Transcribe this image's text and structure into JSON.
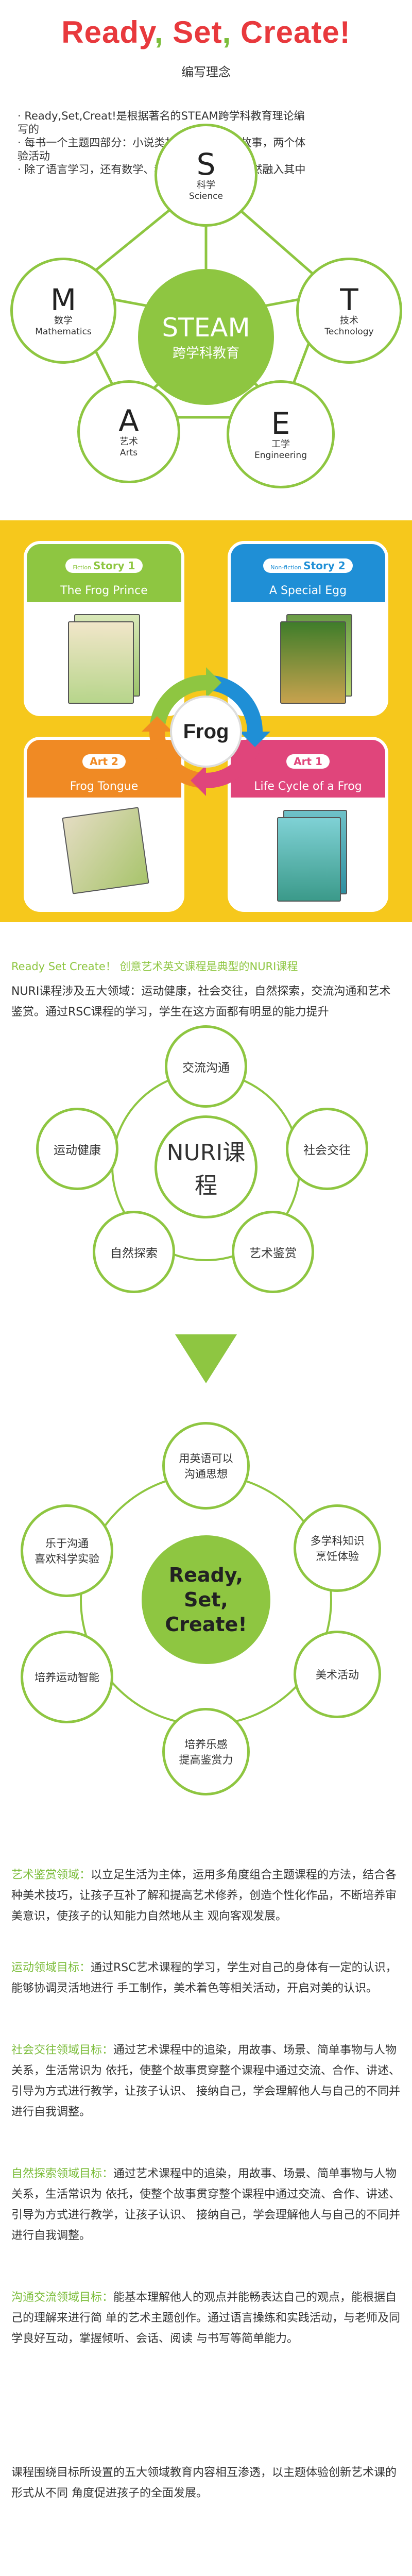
{
  "header": {
    "title_a": "Ready",
    "comma1": ",",
    "title_b": "Set",
    "comma2": ",",
    "title_c": "Create!",
    "subtitle": "编写理念"
  },
  "intro_bullets": [
    "· Ready,Set,Creat!是根据著名的STEAM跨学科教育理论编写的",
    "· 每书一个主题四部分：小说类故事，非小说类故事，两个体验活动",
    "· 除了语言学习，还有数学、科学等其他课程也自然融入其中"
  ],
  "steam": {
    "center_en": "STEAM",
    "center_cn": "跨学科教育",
    "S": {
      "letter": "S",
      "cn": "科学",
      "en": "Science"
    },
    "T": {
      "letter": "T",
      "cn": "技术",
      "en": "Technology"
    },
    "E": {
      "letter": "E",
      "cn": "工学",
      "en": "Engineering"
    },
    "A": {
      "letter": "A",
      "cn": "艺术",
      "en": "Arts"
    },
    "M": {
      "letter": "M",
      "cn": "数学",
      "en": "Mathematics"
    }
  },
  "books": {
    "center": "Frog",
    "story1": {
      "tag": "Fiction",
      "label": "Story 1",
      "name": "The Frog Prince",
      "color": "#8ec641"
    },
    "story2": {
      "tag": "Non-fiction",
      "label": "Story 2",
      "name": "A Special Egg",
      "color": "#1f8fd6"
    },
    "art2": {
      "tag": "",
      "label": "Art 2",
      "name": "Frog Tongue",
      "color": "#f08a24"
    },
    "art1": {
      "tag": "",
      "label": "Art 1",
      "name": "Life Cycle of a Frog",
      "color": "#e0457b"
    }
  },
  "nuri": {
    "heading": "Ready Set Create！ 创意艺术英文课程是典型的NURI课程",
    "text": "NURI课程涉及五大领域：运动健康，社会交往，自然探索，交流沟通和艺术鉴赏。通过RSC课程的学习，学生在这方面都有明显的能力提升",
    "center": "NURI课程",
    "items": [
      "交流沟通",
      "社会交往",
      "艺术鉴赏",
      "自然探索",
      "运动健康"
    ]
  },
  "rsc": {
    "center_l1": "Ready,",
    "center_l2": "Set,",
    "center_l3": "Create!",
    "items": [
      {
        "l1": "用英语可以",
        "l2": "沟通思想"
      },
      {
        "l1": "多学科知识",
        "l2": "烹饪体验"
      },
      {
        "l1": "美术活动",
        "l2": ""
      },
      {
        "l1": "培养乐感",
        "l2": "提高鉴赏力"
      },
      {
        "l1": "培养运动智能",
        "l2": ""
      },
      {
        "l1": "乐于沟通",
        "l2": "喜欢科学实验"
      }
    ]
  },
  "goals": [
    {
      "label": "艺术鉴赏领域：",
      "text": "以立足生活为主体，运用多角度组合主题课程的方法，结合各种美术技巧，让孩子互补了解和提高艺术修养，创造个性化作品，不断培养审美意识，使孩子的认知能力自然地从主 观向客观发展。"
    },
    {
      "label": "运动领域目标：",
      "text": "通过RSC艺术课程的学习，学生对自己的身体有一定的认识，能够协调灵活地进行 手工制作，美术着色等相关活动，开启对美的认识。"
    },
    {
      "label": "社会交往领域目标：",
      "text": "通过艺术课程中的追染，用故事、场景、简单事物与人物关系，生活常识为 依托，使整个故事贯穿整个课程中通过交流、合作、讲述、引导为方式进行教学，让孩子认识、 接纳自己，学会理解他人与自己的不同并进行自我调整。"
    },
    {
      "label": "自然探索领域目标：",
      "text": "通过艺术课程中的追染，用故事、场景、简单事物与人物关系，生活常识为 依托，使整个故事贯穿整个课程中通过交流、合作、讲述、引导为方式进行教学，让孩子认识、 接纳自己，学会理解他人与自己的不同并进行自我调整。"
    },
    {
      "label": "沟通交流领域目标：",
      "text": "能基本理解他人的观点并能畅表达自己的观点，能根据自己的理解来进行简 单的艺术主题创作。通过语言操练和实践活动，与老师及同学良好互动，掌握倾听、会话、阅读 与书写等简单能力。"
    }
  ],
  "closing": "课程围绕目标所设置的五大领域教育内容相互渗透，以主题体验创新艺术课的形式从不同 角度促进孩子的全面发展。",
  "colors": {
    "green": "#8ec641",
    "red": "#e8393d",
    "blue": "#1f8fd6",
    "orange": "#f08a24",
    "pink": "#e0457b",
    "yellow": "#f6c81c"
  }
}
